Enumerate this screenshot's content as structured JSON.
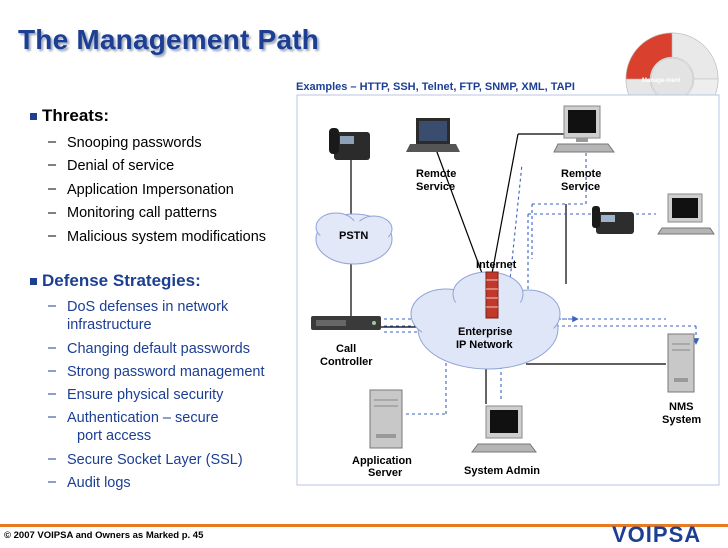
{
  "title": "The Management Path",
  "examples": "Examples – HTTP, SSH, Telnet, FTP, SNMP, XML, TAPI",
  "threats": {
    "heading": "Threats:",
    "items": [
      "Snooping passwords",
      "Denial of service",
      "Application Impersonation",
      "Monitoring call patterns",
      "Malicious system modifications"
    ]
  },
  "defense": {
    "heading": "Defense Strategies:",
    "items": [
      "DoS defenses in network",
      "infrastructure",
      "Changing default passwords",
      "Strong password management",
      "Ensure physical security",
      "Authentication – secure",
      "port access",
      "Secure Socket Layer (SSL)",
      "Audit logs"
    ]
  },
  "diagram": {
    "remote_service_1": [
      "Remote",
      "Service"
    ],
    "remote_service_2": [
      "Remote",
      "Service"
    ],
    "pstn": "PSTN",
    "internet": "Internet",
    "enterprise": [
      "Enterprise",
      "IP Network"
    ],
    "call_controller": [
      "Call",
      "Controller"
    ],
    "application_server": [
      "Application",
      "Server"
    ],
    "system_admin": "System Admin",
    "nms": [
      "NMS",
      "System"
    ]
  },
  "logo_wheel": {
    "top": "",
    "left": "Manage-ment",
    "right": "",
    "center": ""
  },
  "footer": "© 2007 VOIPSA and Owners as Marked   p. 45",
  "brand": "VOIPSA",
  "colors": {
    "accent": "#1c3f94",
    "orange": "#e87a22",
    "cloud": "#dfe6f7",
    "line": "#5a7fd0"
  }
}
